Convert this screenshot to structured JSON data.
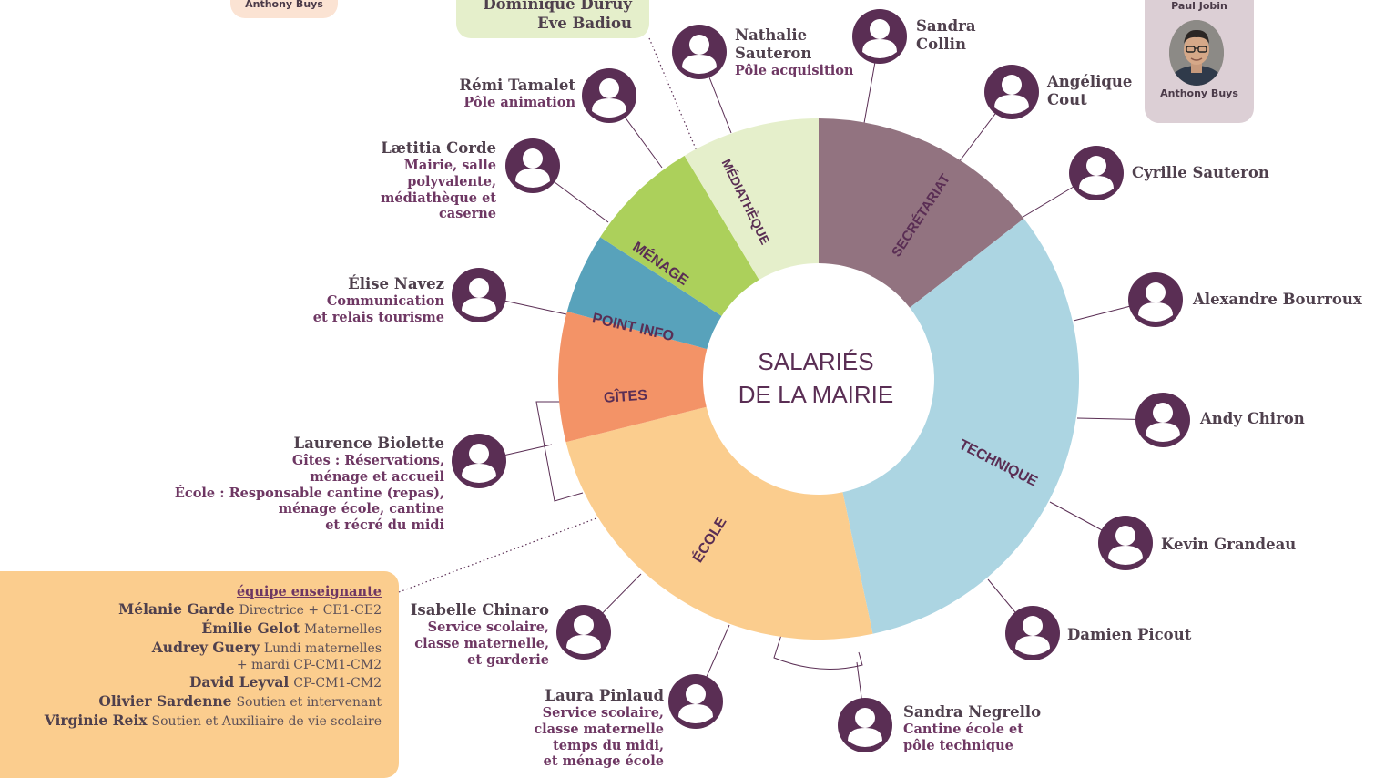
{
  "center": {
    "line1": "SALARIÉS",
    "line2": "DE LA MAIRIE"
  },
  "sectors": [
    {
      "label": "SECRÉTARIAT",
      "color": "#927380"
    },
    {
      "label": "TECHNIQUE",
      "color": "#acd5e2"
    },
    {
      "label": "ÉCOLE",
      "color": "#fbcd8e"
    },
    {
      "label": "GÎTES",
      "color": "#f39367"
    },
    {
      "label": "POINT INFO",
      "color": "#58a2bb"
    },
    {
      "label": "MÉNAGE",
      "color": "#acd05b"
    },
    {
      "label": "MÉDIATHÈQUE",
      "color": "#e5efcb"
    }
  ],
  "colors": {
    "avatar": "#5a2e54",
    "label_text": "#5a2e54",
    "line": "#5a2e54",
    "name_text": "#4f404d",
    "role_text": "#6e3763"
  },
  "people": {
    "sandra_collin": {
      "name_lines": [
        "Sandra",
        "Collin"
      ]
    },
    "angelique_cout": {
      "name_lines": [
        "Angélique",
        "Cout"
      ]
    },
    "cyrille_sauteron": {
      "name_lines": [
        "Cyrille Sauteron"
      ]
    },
    "alexandre_bourroux": {
      "name_lines": [
        "Alexandre Bourroux"
      ]
    },
    "andy_chiron": {
      "name_lines": [
        "Andy Chiron"
      ]
    },
    "kevin_grandeau": {
      "name_lines": [
        "Kevin Grandeau"
      ]
    },
    "damien_picout": {
      "name_lines": [
        "Damien Picout"
      ]
    },
    "sandra_negrello": {
      "name_lines": [
        "Sandra Negrello"
      ],
      "role_lines": [
        "Cantine école et",
        "pôle technique"
      ]
    },
    "laura_pinlaud": {
      "name_lines": [
        "Laura Pinlaud"
      ],
      "role_lines": [
        "Service scolaire,",
        "classe maternelle",
        "temps du midi,",
        "et ménage école"
      ]
    },
    "isabelle_chinaro": {
      "name_lines": [
        "Isabelle Chinaro"
      ],
      "role_lines": [
        "Service scolaire,",
        "classe maternelle,",
        "et garderie"
      ]
    },
    "laurence_biolette": {
      "name_lines": [
        "Laurence Biolette"
      ],
      "role_lines": [
        "Gîtes : Réservations,",
        "ménage et accueil",
        "École : Responsable cantine (repas),",
        "ménage école, cantine",
        "et récré du midi"
      ]
    },
    "elise_navez": {
      "name_lines": [
        "Élise Navez"
      ],
      "role_lines": [
        "Communication",
        "et relais tourisme"
      ]
    },
    "laetitia_corde": {
      "name_lines": [
        "Lætitia Corde"
      ],
      "role_lines": [
        "Mairie, salle",
        "polyvalente,",
        "médiathèque et",
        "caserne"
      ]
    },
    "remi_tamalet": {
      "name_lines": [
        "Rémi  Tamalet"
      ],
      "role_lines": [
        "Pôle animation"
      ]
    },
    "nathalie_sauteron": {
      "name_lines": [
        "Nathalie",
        "Sauteron"
      ],
      "role_lines": [
        "Pôle acquisition"
      ]
    }
  },
  "box_mediatheque": {
    "lines": [
      "Dominique Duruy",
      "Eve Badiou"
    ]
  },
  "box_top_left": {
    "name": "Anthony Buys"
  },
  "box_top_right": {
    "name_top": "Paul Jobin",
    "name_bottom": "Anthony Buys"
  },
  "equipe": {
    "title": "équipe enseignante",
    "members": [
      {
        "name": "Mélanie Garde",
        "desc": "Directrice + CE1-CE2"
      },
      {
        "name": "Émilie Gelot",
        "desc": "Maternelles"
      },
      {
        "name": "Audrey Guery",
        "desc": "Lundi maternelles",
        "cont": "+ mardi CP-CM1-CM2"
      },
      {
        "name": "David Leyval",
        "desc": "CP-CM1-CM2"
      },
      {
        "name": "Olivier Sardenne",
        "desc": "Soutien et intervenant"
      },
      {
        "name": "Virginie Reix",
        "desc": "Soutien et Auxiliaire de vie scolaire"
      }
    ]
  }
}
